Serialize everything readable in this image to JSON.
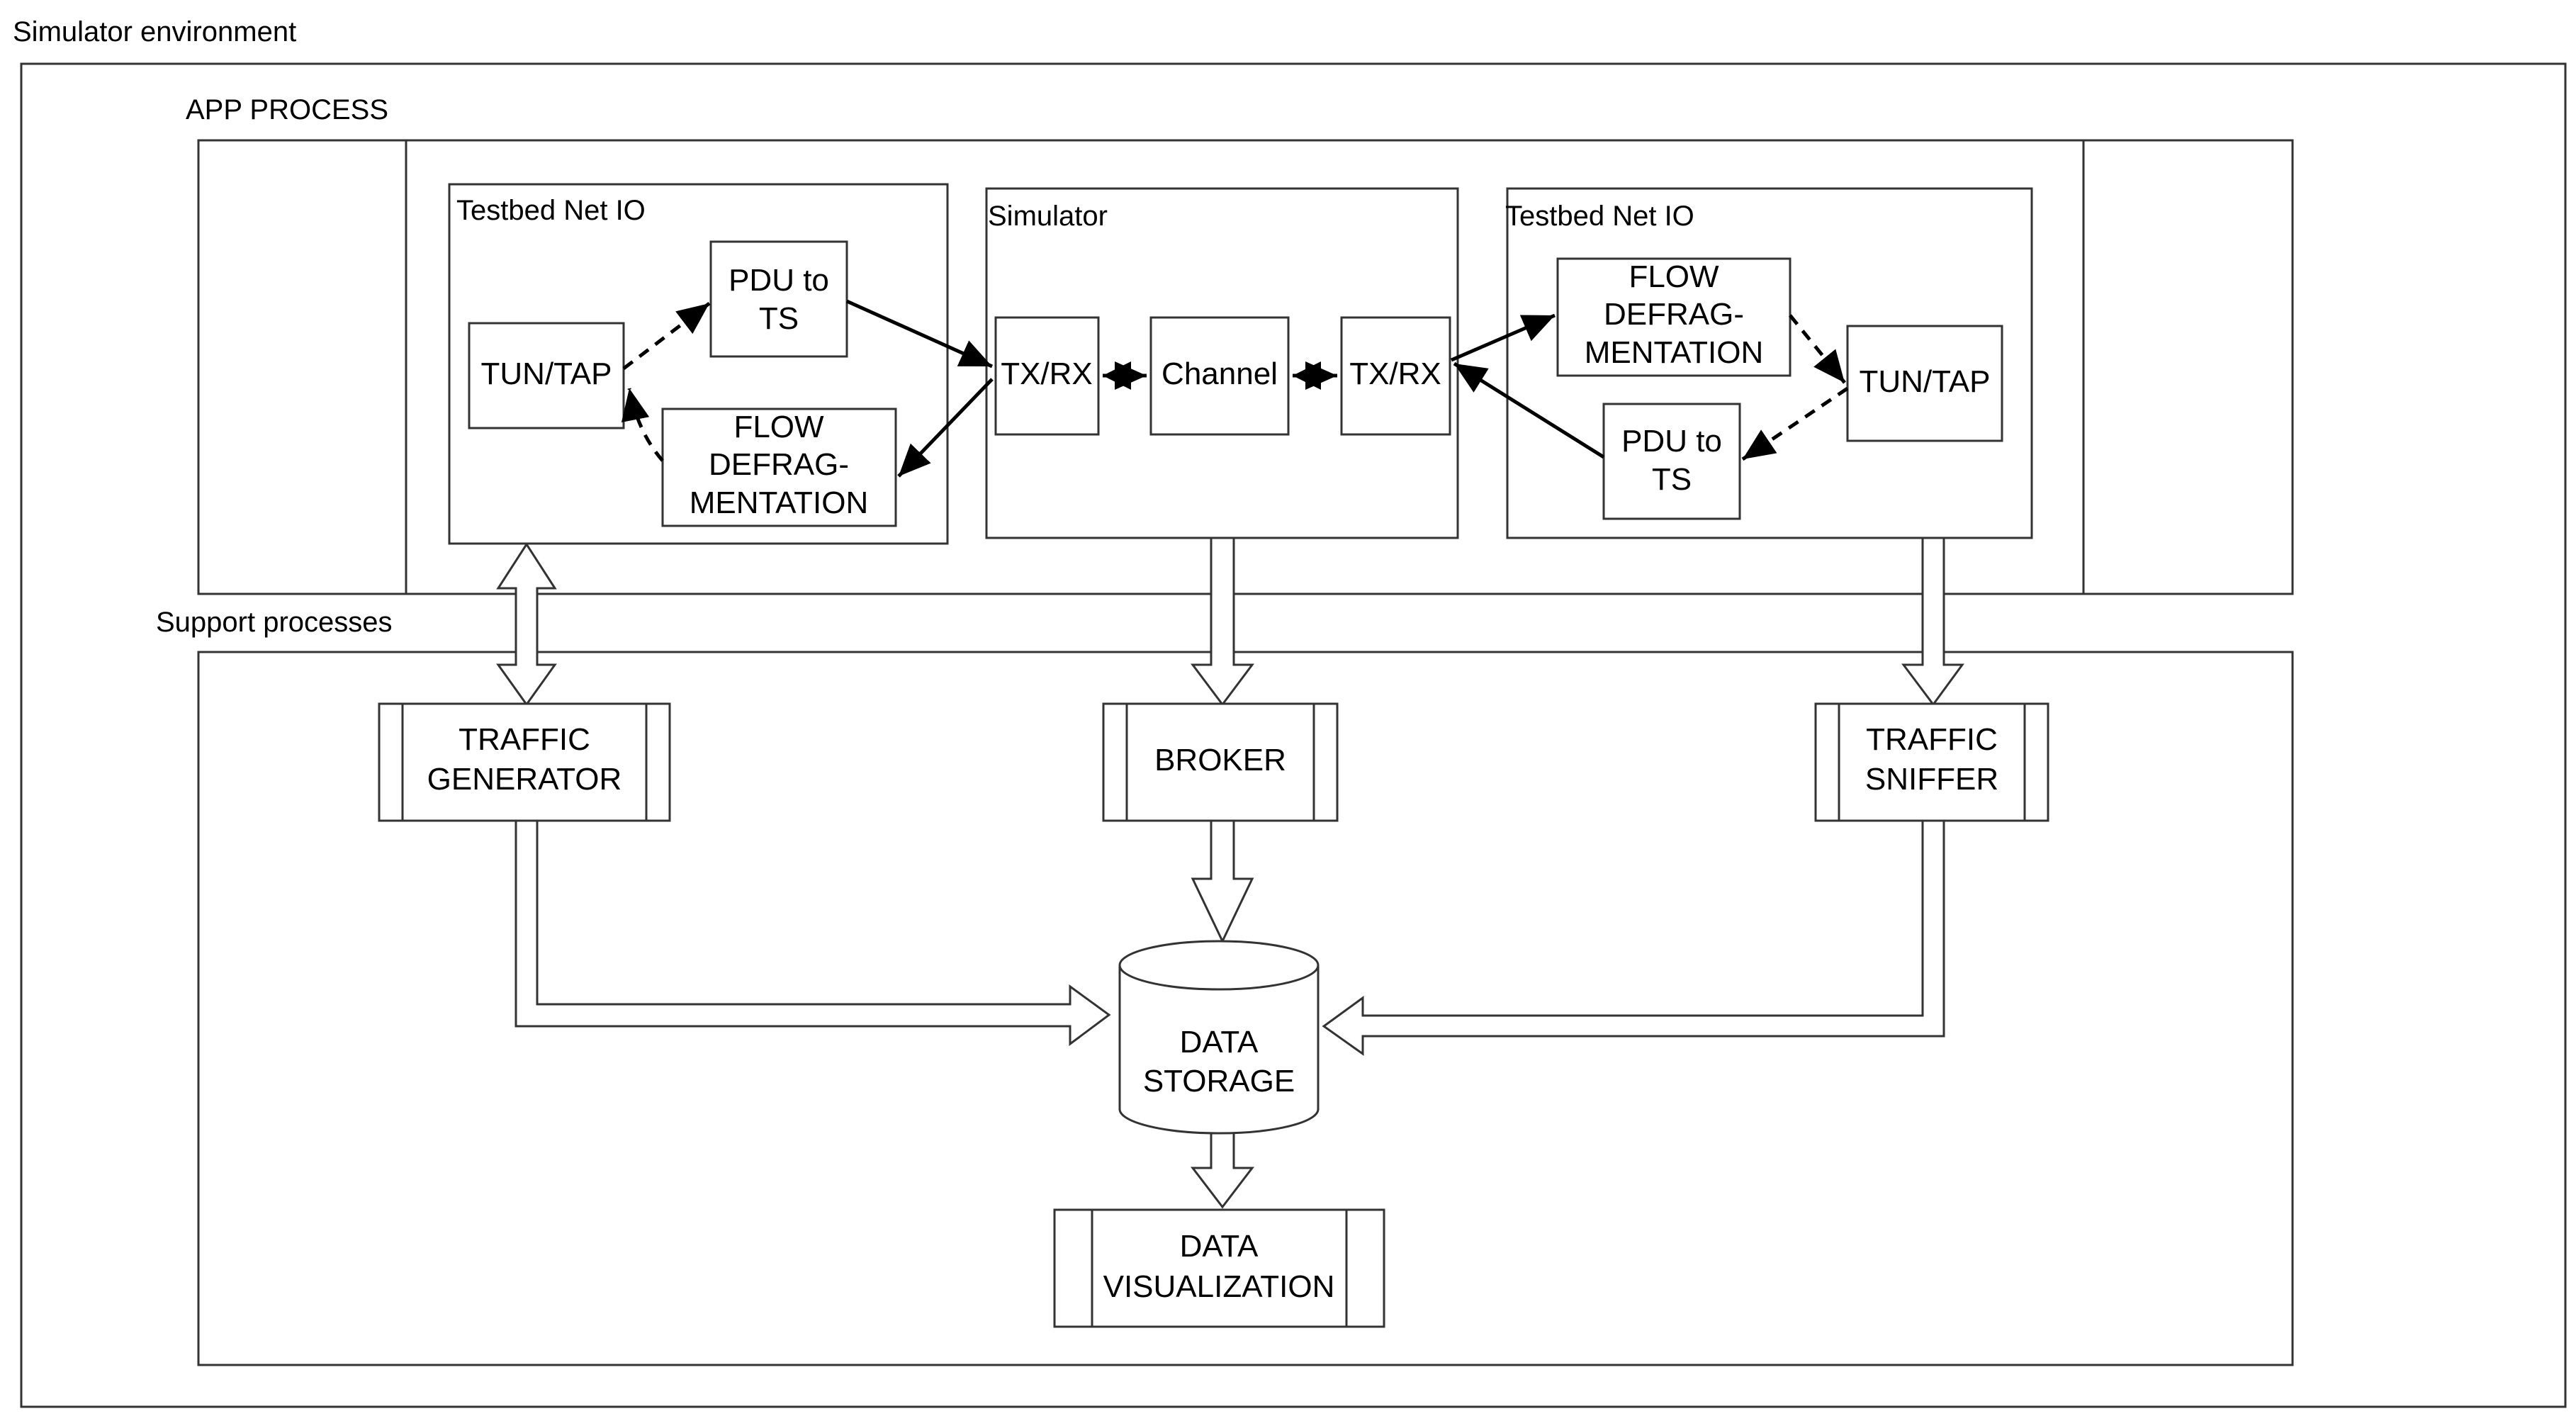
{
  "labels": {
    "environment": "Simulator environment",
    "app_process": "APP PROCESS",
    "support_processes": "Support processes"
  },
  "left_netio": {
    "title": "Testbed Net IO",
    "tuntap": "TUN/TAP",
    "pdu": [
      "PDU to",
      "TS"
    ],
    "flow": [
      "FLOW",
      "DEFRAG-",
      "MENTATION"
    ]
  },
  "simulator": {
    "title": "Simulator",
    "txrx_left": "TX/RX",
    "channel": "Channel",
    "txrx_right": "TX/RX"
  },
  "right_netio": {
    "title": "Testbed Net IO",
    "flow": [
      "FLOW",
      "DEFRAG-",
      "MENTATION"
    ],
    "tuntap": "TUN/TAP",
    "pdu": [
      "PDU to",
      "TS"
    ]
  },
  "support": {
    "traffic_generator": [
      "TRAFFIC",
      "GENERATOR"
    ],
    "broker": "BROKER",
    "traffic_sniffer": [
      "TRAFFIC",
      "SNIFFER"
    ],
    "data_storage": [
      "DATA",
      "STORAGE"
    ],
    "data_visualization": [
      "DATA",
      "VISUALIZATION"
    ]
  }
}
